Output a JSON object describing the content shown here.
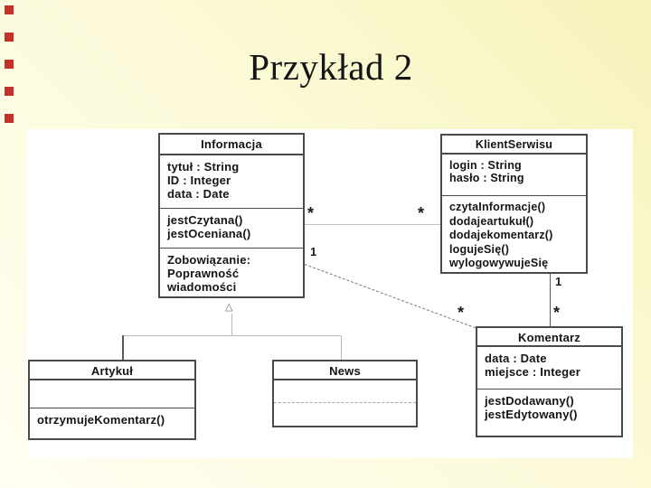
{
  "slide": {
    "title": "Przykład 2"
  },
  "colors": {
    "background_top_right": "#f7f3ba",
    "background_bottom_left": "#fffef2",
    "panel": "#ffffff",
    "accent_square": "#c5312b",
    "box_border": "#4a4a4a",
    "relation_line": "#b0b0b0",
    "text": "#141414"
  },
  "glyphs": {
    "generalization_triangle": "△"
  },
  "diagram": {
    "classes": [
      {
        "name": "Informacja",
        "attributes": [
          "tytuł : String",
          "ID : Integer",
          "data : Date"
        ],
        "methods": [
          "jestCzytana()",
          "jestOceniana()"
        ],
        "note": [
          "Zobowiązanie:",
          "Poprawność",
          "wiadomości"
        ]
      },
      {
        "name": "KlientSerwisu",
        "attributes": [
          "login : String",
          "hasło : String"
        ],
        "methods": [
          "czytaInformacje()",
          "dodajeartukuł()",
          "dodajekomentarz()",
          "logujeSię()",
          "wylogowywujeSię"
        ]
      },
      {
        "name": "Komentarz",
        "attributes": [
          "data : Date",
          "miejsce : Integer"
        ],
        "methods": [
          "jestDodawany()",
          "jestEdytowany()"
        ]
      },
      {
        "name": "Artykuł",
        "attributes": [],
        "methods": [
          "otrzymujeKomentarz()"
        ]
      },
      {
        "name": "News",
        "attributes": [],
        "methods": []
      }
    ],
    "relationships": [
      {
        "from": "Informacja",
        "to": "KlientSerwisu",
        "type": "association",
        "from_multiplicity": "*",
        "to_multiplicity": "*"
      },
      {
        "from": "Informacja",
        "to": "Komentarz",
        "type": "dashed-association",
        "from_multiplicity": "1",
        "to_multiplicity": "*"
      },
      {
        "from": "KlientSerwisu",
        "to": "Komentarz",
        "type": "association",
        "from_multiplicity": "1",
        "to_multiplicity": "*"
      },
      {
        "from": "Informacja",
        "to": "Artykuł",
        "type": "generalization"
      },
      {
        "from": "Informacja",
        "to": "News",
        "type": "generalization"
      }
    ],
    "multiplicities": {
      "info_klient_near": "*",
      "info_klient_far": "*",
      "info_komentarz_near": "1",
      "info_komentarz_far": "*",
      "klient_komentarz_near": "1",
      "klient_komentarz_far": "*"
    }
  }
}
